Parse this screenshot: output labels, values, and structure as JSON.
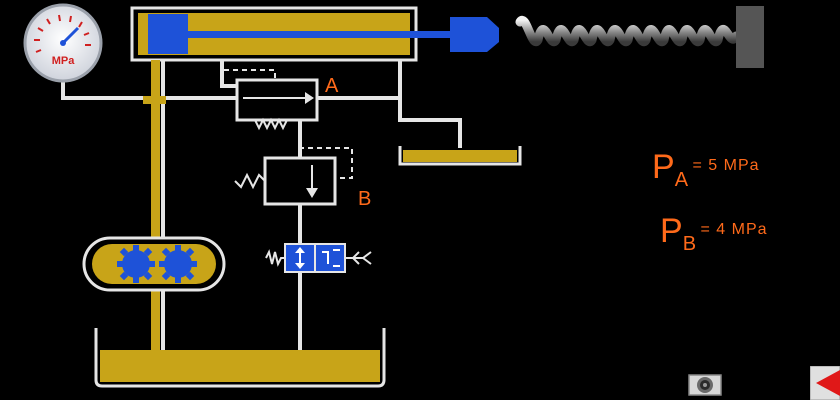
{
  "gauge": {
    "unit": "MPa"
  },
  "valves": {
    "a": {
      "label": "A"
    },
    "b": {
      "label": "B"
    }
  },
  "pressures": {
    "a": {
      "symbol": "P",
      "sub": "A",
      "text": "=  5  MPa"
    },
    "b": {
      "symbol": "P",
      "sub": "B",
      "text": "=  4  MPa"
    }
  },
  "colors": {
    "oil": "#c8a418",
    "piston": "#1e52d8",
    "accent": "#ff6a1a",
    "spring_steel": "#bdbdbd",
    "wall": "#555555"
  },
  "icons": {
    "sound": "speaker-icon",
    "nav": "arrow-left-icon"
  }
}
